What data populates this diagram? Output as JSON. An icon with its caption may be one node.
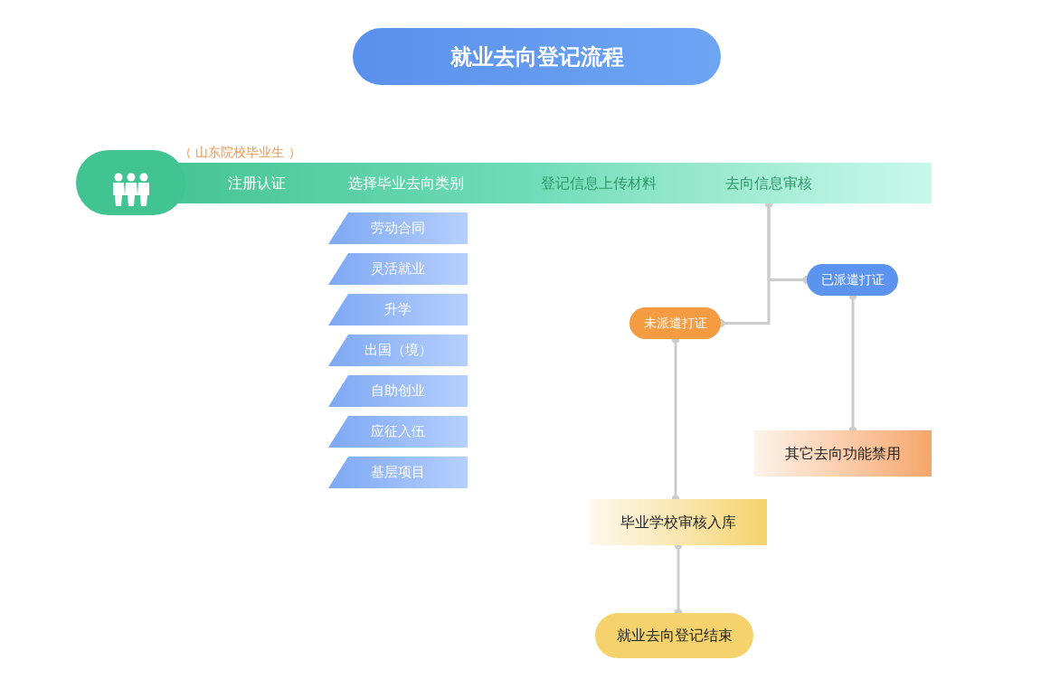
{
  "diagram": {
    "title": "就业去向登记流程",
    "nodes": [
      {
        "text": [],
        "shape": "bar"
      },
      {
        "text": [
          "注册认证"
        ],
        "in": 0,
        "beside": [
          "（ 山东院校毕业生 ）"
        ]
      },
      {
        "text": [
          "选择毕业去向类别"
        ],
        "in": 0
      },
      {
        "text": [
          "登记信息上传材料"
        ],
        "in": 0
      },
      {
        "text": [
          "去向信息审核"
        ],
        "in": 0
      },
      {
        "text": [
          "劳动合同"
        ]
      },
      {
        "text": [
          "灵活就业"
        ]
      },
      {
        "text": [
          "升学"
        ]
      },
      {
        "text": [
          "出国（境）"
        ]
      },
      {
        "text": [
          "自助创业"
        ]
      },
      {
        "text": [
          "应征入伍"
        ]
      },
      {
        "text": [
          "基层项目"
        ]
      },
      {
        "text": [
          "已派遣打证"
        ]
      },
      {
        "text": [
          "未派遣打证"
        ]
      },
      {
        "text": [
          "其它去向功能禁用"
        ]
      },
      {
        "text": [
          "毕业学校审核入库"
        ]
      },
      {
        "text": [
          "就业去向登记结束"
        ]
      }
    ],
    "edges": [
      {
        "from": 4,
        "to": 12,
        "arrow": "other"
      },
      {
        "from": 4,
        "to": 13,
        "arrow": "other"
      },
      {
        "from": 12,
        "to": 14,
        "arrow": "other"
      },
      {
        "from": 13,
        "to": 15,
        "arrow": "other"
      },
      {
        "from": 15,
        "to": 16,
        "arrow": "other"
      }
    ]
  }
}
